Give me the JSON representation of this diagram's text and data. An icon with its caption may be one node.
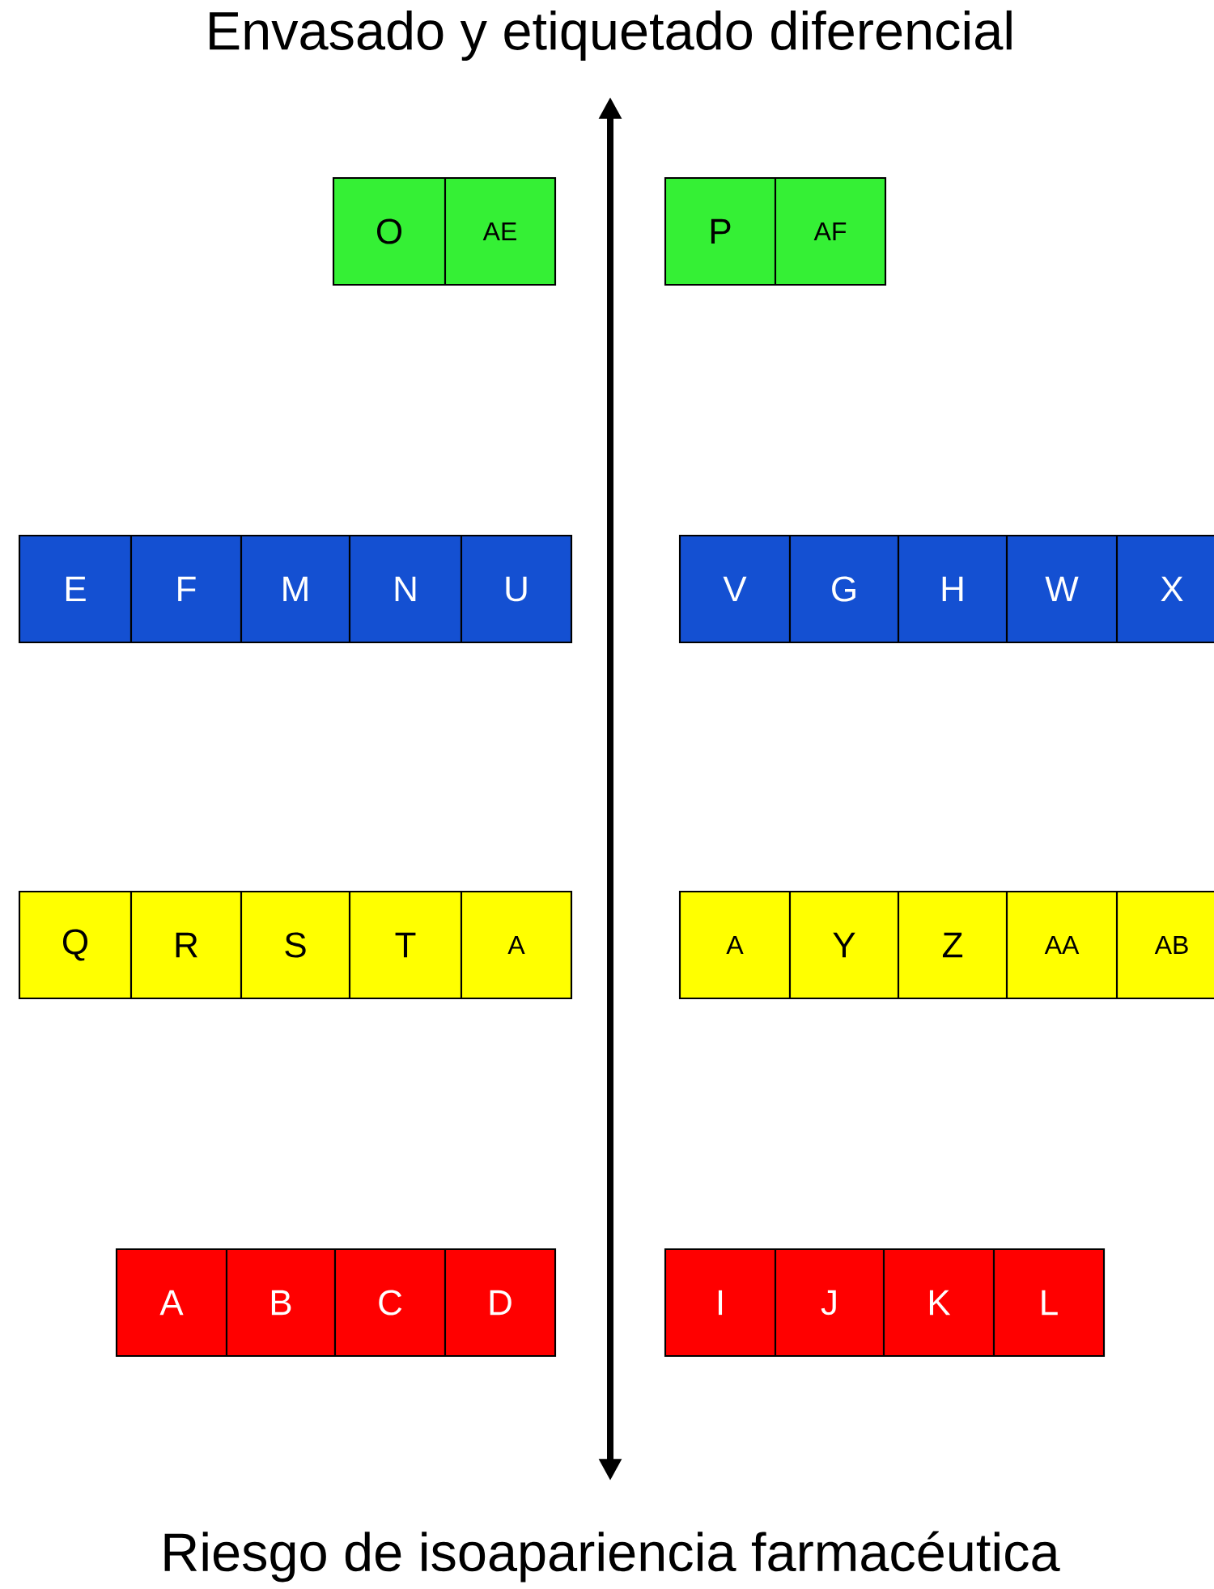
{
  "diagram": {
    "nodes": [
      {
        "text": [
          "O"
        ]
      },
      {
        "text": [
          "AE"
        ]
      },
      {
        "text": [
          "P"
        ]
      },
      {
        "text": [
          "AF"
        ]
      },
      {
        "text": [
          "E"
        ]
      },
      {
        "text": [
          "F"
        ]
      },
      {
        "text": [
          "M"
        ]
      },
      {
        "text": [
          "N"
        ]
      },
      {
        "text": [
          "U"
        ]
      },
      {
        "text": [
          "V"
        ]
      },
      {
        "text": [
          "G"
        ]
      },
      {
        "text": [
          "H"
        ]
      },
      {
        "text": [
          "W"
        ]
      },
      {
        "text": [
          "X"
        ]
      },
      {
        "text": [
          "Q"
        ]
      },
      {
        "text": [
          "R"
        ]
      },
      {
        "text": [
          "S"
        ]
      },
      {
        "text": [
          "T"
        ]
      },
      {
        "text": [
          "A"
        ]
      },
      {
        "text": [
          "A"
        ]
      },
      {
        "text": [
          "Y"
        ]
      },
      {
        "text": [
          "Z"
        ]
      },
      {
        "text": [
          "AA"
        ]
      },
      {
        "text": [
          "AB"
        ]
      },
      {
        "text": [
          "A"
        ]
      },
      {
        "text": [
          "B"
        ]
      },
      {
        "text": [
          "C"
        ]
      },
      {
        "text": [
          "D"
        ]
      },
      {
        "text": [
          "I"
        ]
      },
      {
        "text": [
          "J"
        ]
      },
      {
        "text": [
          "K"
        ]
      },
      {
        "text": [
          "L"
        ]
      }
    ],
    "labels": [
      "Envasado y etiquetado diferencial",
      "Riesgo de isoapariencia farmacéutica"
    ]
  }
}
